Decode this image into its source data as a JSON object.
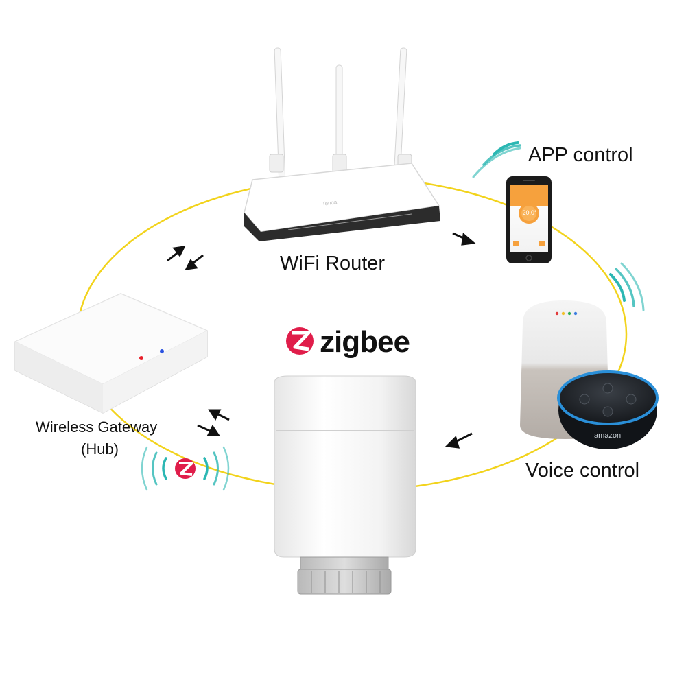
{
  "labels": {
    "router": "WiFi Router",
    "app": "APP control",
    "voice": "Voice control",
    "gateway_line1": "Wireless Gateway",
    "gateway_line2": "(Hub)",
    "zigbee": "zigbee"
  },
  "app_screen": {
    "temperature": "20.0°"
  },
  "speaker_brand": "amazon",
  "colors": {
    "ring": "#f2d31c",
    "zigbee_red": "#e01d4a",
    "wave_teal": "#2bb7b3",
    "app_orange": "#f6a13d",
    "echo_blue": "#2a8fd8"
  },
  "icons": [
    "zigbee-logo-icon",
    "zigbee-badge-icon",
    "arrow-icon",
    "wifi-wave-icon"
  ]
}
